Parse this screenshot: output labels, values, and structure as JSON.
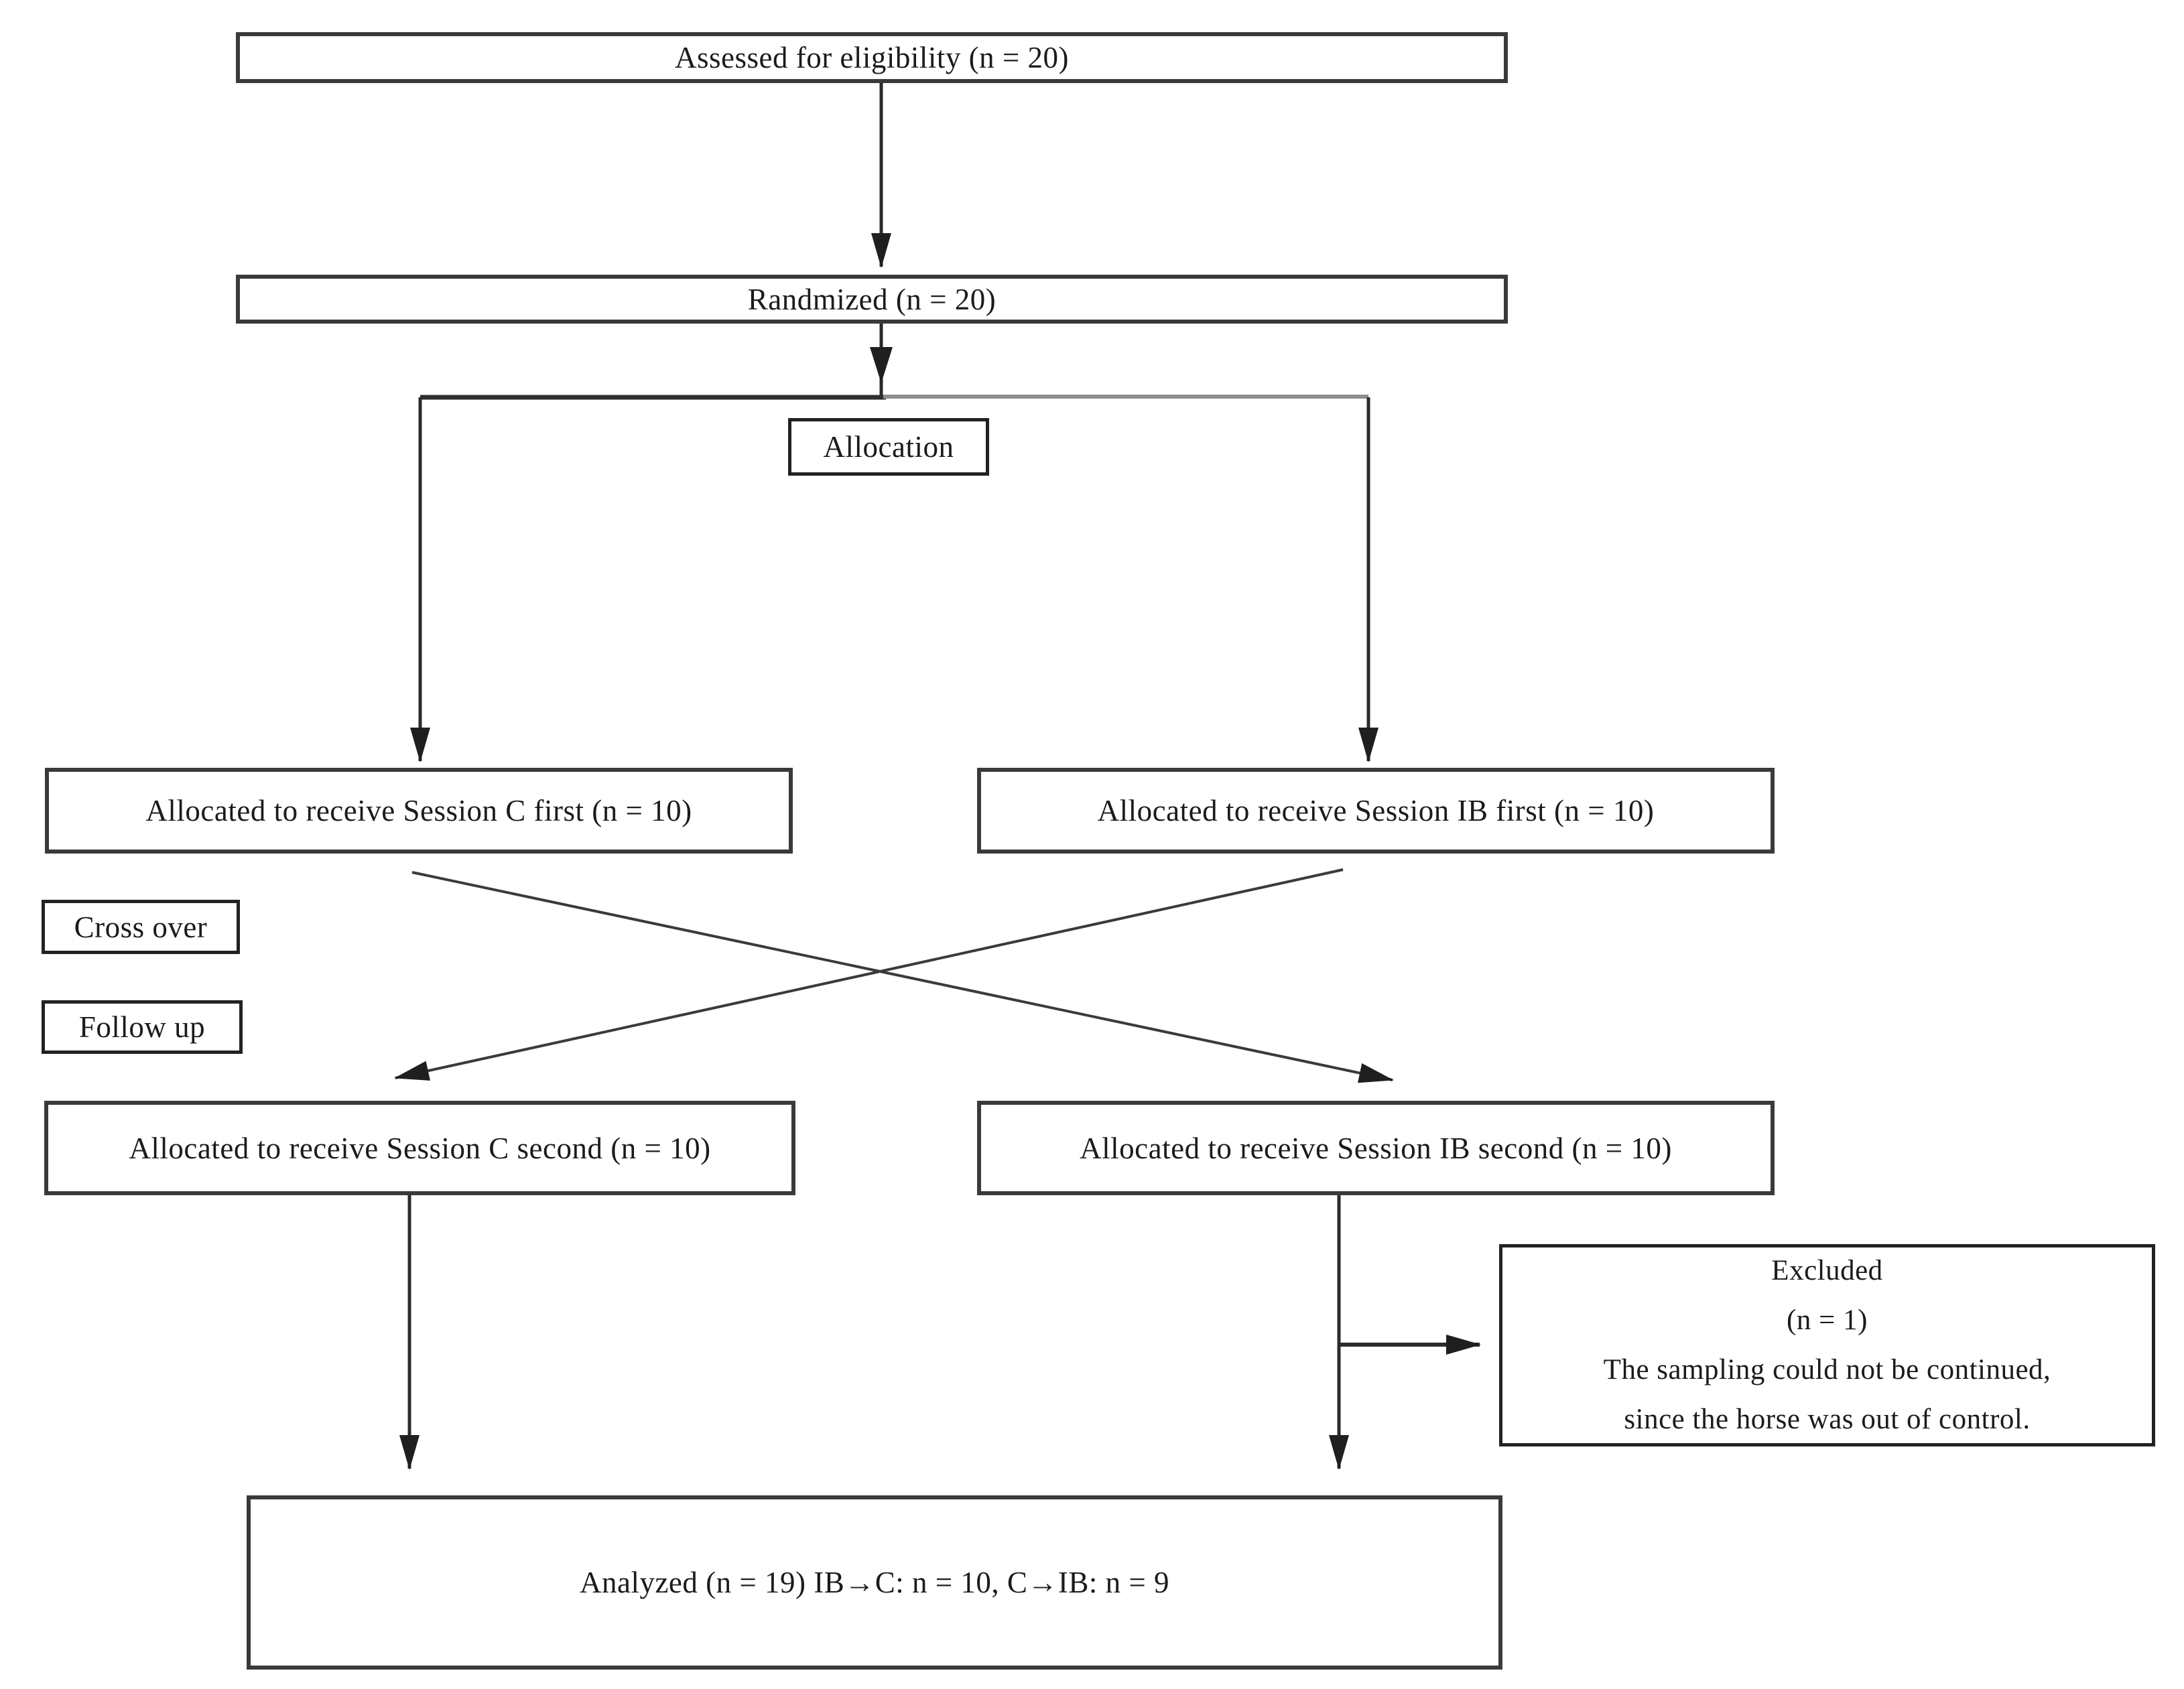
{
  "diagram": {
    "kind": "study-flow-diagram",
    "nodes": {
      "assessed": {
        "label": "Assessed for eligibility (n = 20)"
      },
      "randomized": {
        "label": "Randmized (n = 20)"
      },
      "allocation": {
        "label": "Allocation"
      },
      "alloc_c_first": {
        "label": "Allocated to receive Session C first (n = 10)"
      },
      "alloc_ib_first": {
        "label": "Allocated to receive Session IB first (n = 10)"
      },
      "cross_over": {
        "label": "Cross over"
      },
      "follow_up": {
        "label": "Follow up"
      },
      "alloc_c_second": {
        "label": "Allocated to receive Session C second (n = 10)"
      },
      "alloc_ib_second": {
        "label": "Allocated to receive Session IB second (n = 10)"
      },
      "excluded": {
        "lines": [
          "Excluded",
          "(n = 1)",
          "The sampling could not be continued,",
          "since the horse was out of control."
        ]
      },
      "analyzed": {
        "label": "Analyzed (n = 19) IB→C: n = 10, C→IB: n = 9"
      }
    },
    "colors": {
      "background": "#ffffff",
      "box_border": "#3a3a3a",
      "text": "#1b1b1b",
      "line": "#2b2b2b",
      "line_light": "#8e8e8e",
      "arrowhead": "#1f1f1f"
    }
  }
}
